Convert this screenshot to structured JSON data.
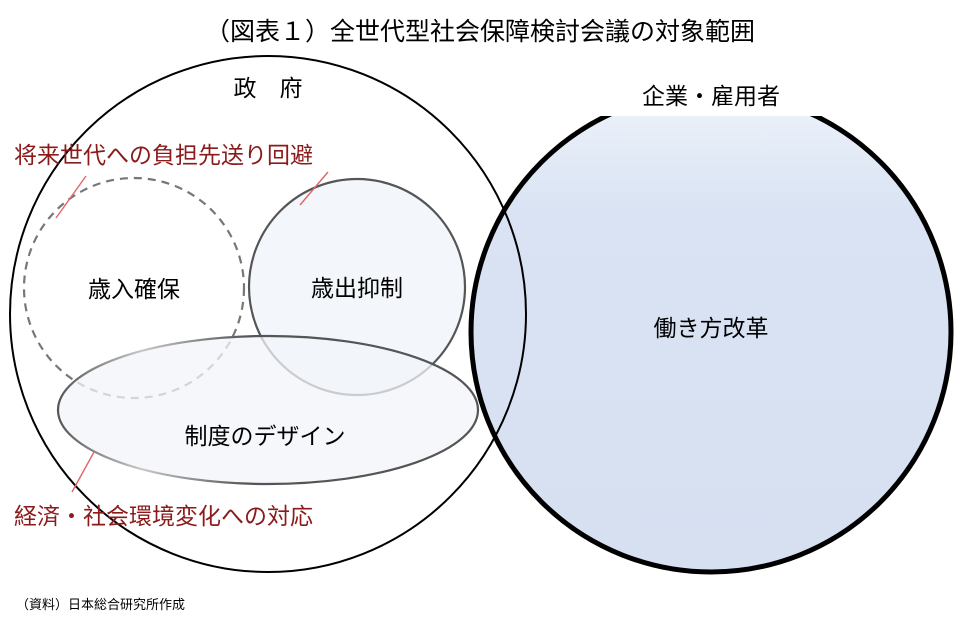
{
  "title": "（図表１）全世代型社会保障検討会議の対象範囲",
  "groups": {
    "government": "政　府",
    "business": "企業・雇用者"
  },
  "nodes": {
    "revenue": "歳入確保",
    "expenditure": "歳出抑制",
    "system_design": "制度のデザイン",
    "work_reform": "働き方改革"
  },
  "annotations": {
    "future_burden": "将来世代への負担先送り回避",
    "environment_change": "経済・社会環境変化への対応"
  },
  "source": "（資料）日本総合研究所作成",
  "colors": {
    "annotation_text": "#8b1a1a",
    "annotation_line": "#e06666",
    "business_fill": "#d9e3f3",
    "business_fill_top": "#eef3fa",
    "light_fill": "#f1f4fa",
    "outline": "#000000",
    "inner_outline": "#555555"
  }
}
